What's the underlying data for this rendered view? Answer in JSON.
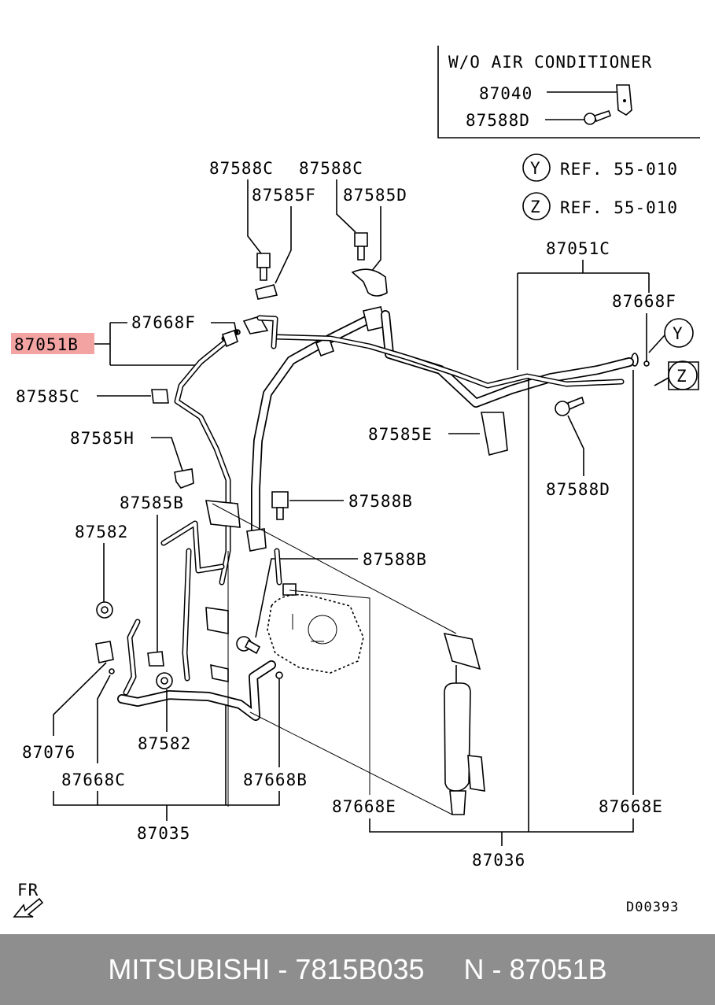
{
  "inset": {
    "title": "W/O AIR CONDITIONER",
    "parts": [
      "87040",
      "87588D"
    ]
  },
  "refs": [
    {
      "letter": "Y",
      "text": "REF. 55-010"
    },
    {
      "letter": "Z",
      "text": "REF. 55-010"
    }
  ],
  "callouts": {
    "c87588c_left": "87588C",
    "c87588c_right": "87588C",
    "c87585f": "87585F",
    "c87585d": "87585D",
    "c87051c": "87051C",
    "c87668f_right": "87668F",
    "c87668f_left": "87668F",
    "c87051b": "87051B",
    "c87585c": "87585C",
    "c87585e": "87585E",
    "c87588d": "87588D",
    "c87585h": "87585H",
    "c87588b_top": "87588B",
    "c87585b": "87585B",
    "c87582_top": "87582",
    "c87588b_mid": "87588B",
    "c87076": "87076",
    "c87582_bottom": "87582",
    "c87668c": "87668C",
    "c87668b": "87668B",
    "c87668e_left": "87668E",
    "c87668e_right": "87668E",
    "c87035": "87035",
    "c87036": "87036"
  },
  "connector_letters": {
    "y": "Y",
    "z": "Z"
  },
  "fr_label": "FR",
  "diagram_code": "D00393",
  "footer": {
    "brand_part": "MITSUBISHI - 7815B035",
    "ref": "N - 87051B"
  },
  "highlight_color": "#f4a3a3",
  "footer_color": "#8e8e8e"
}
